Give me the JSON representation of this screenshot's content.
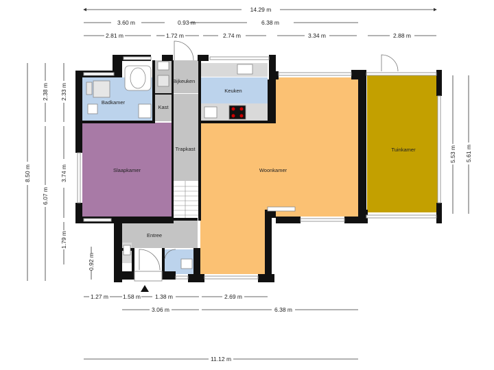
{
  "colors": {
    "wall": "#111111",
    "bathroom": "#bcd3ec",
    "kitchen": "#bcd3ec",
    "hall": "#c4c4c4",
    "bedroom": "#a87aa6",
    "living": "#fbc173",
    "garden_room": "#c3a000",
    "dimension_line": "#333333"
  },
  "rooms": {
    "badkamer": "Badkamer",
    "bijkeuken": "Bijkeuken",
    "keuken": "Keuken",
    "kast": "Kast",
    "trapkast": "Trapkast",
    "slaapkamer": "Slaapkamer",
    "woonkamer": "Woonkamer",
    "tuinkamer": "Tuinkamer",
    "entree": "Entree"
  },
  "dimensions": {
    "top_total": "14.29 m",
    "top_row2": [
      "3.60 m",
      "0.93 m",
      "6.38 m"
    ],
    "top_row3": [
      "2.81 m",
      "1.72 m",
      "2.74 m",
      "3.34 m",
      "2.88 m"
    ],
    "left_outer": "8.50 m",
    "left_mid": [
      "2.38 m",
      "6.07 m"
    ],
    "left_inner": [
      "2.33 m",
      "3.74 m",
      "1.79 m",
      "0.92 m"
    ],
    "right": [
      "5.53 m",
      "5.61 m"
    ],
    "bottom_row1": [
      "1.27 m",
      "1.58 m",
      "1.38 m",
      "2.69 m"
    ],
    "bottom_row2": [
      "3.06 m",
      "6.38 m"
    ],
    "bottom_total": "11.12 m"
  }
}
